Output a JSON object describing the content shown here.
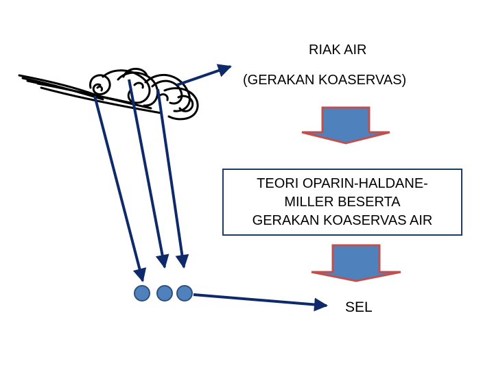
{
  "diagram": {
    "labels": {
      "riak_air": "RIAK AIR",
      "gerakan_koaservas": "(GERAKAN KOASERVAS)",
      "sel": "SEL"
    },
    "theory_box": {
      "line1": "TEORI OPARIN-HALDANE-",
      "line2": "MILLER BESERTA",
      "line3": "GERAKAN KOASERVAS AIR"
    },
    "colors": {
      "arrow": "#0f2a6b",
      "block_arrow_fill": "#4f81bd",
      "block_arrow_stroke": "#c0504d",
      "circle_fill": "#4f81bd",
      "circle_stroke": "#2f4f7f",
      "box_border": "#203864"
    }
  }
}
